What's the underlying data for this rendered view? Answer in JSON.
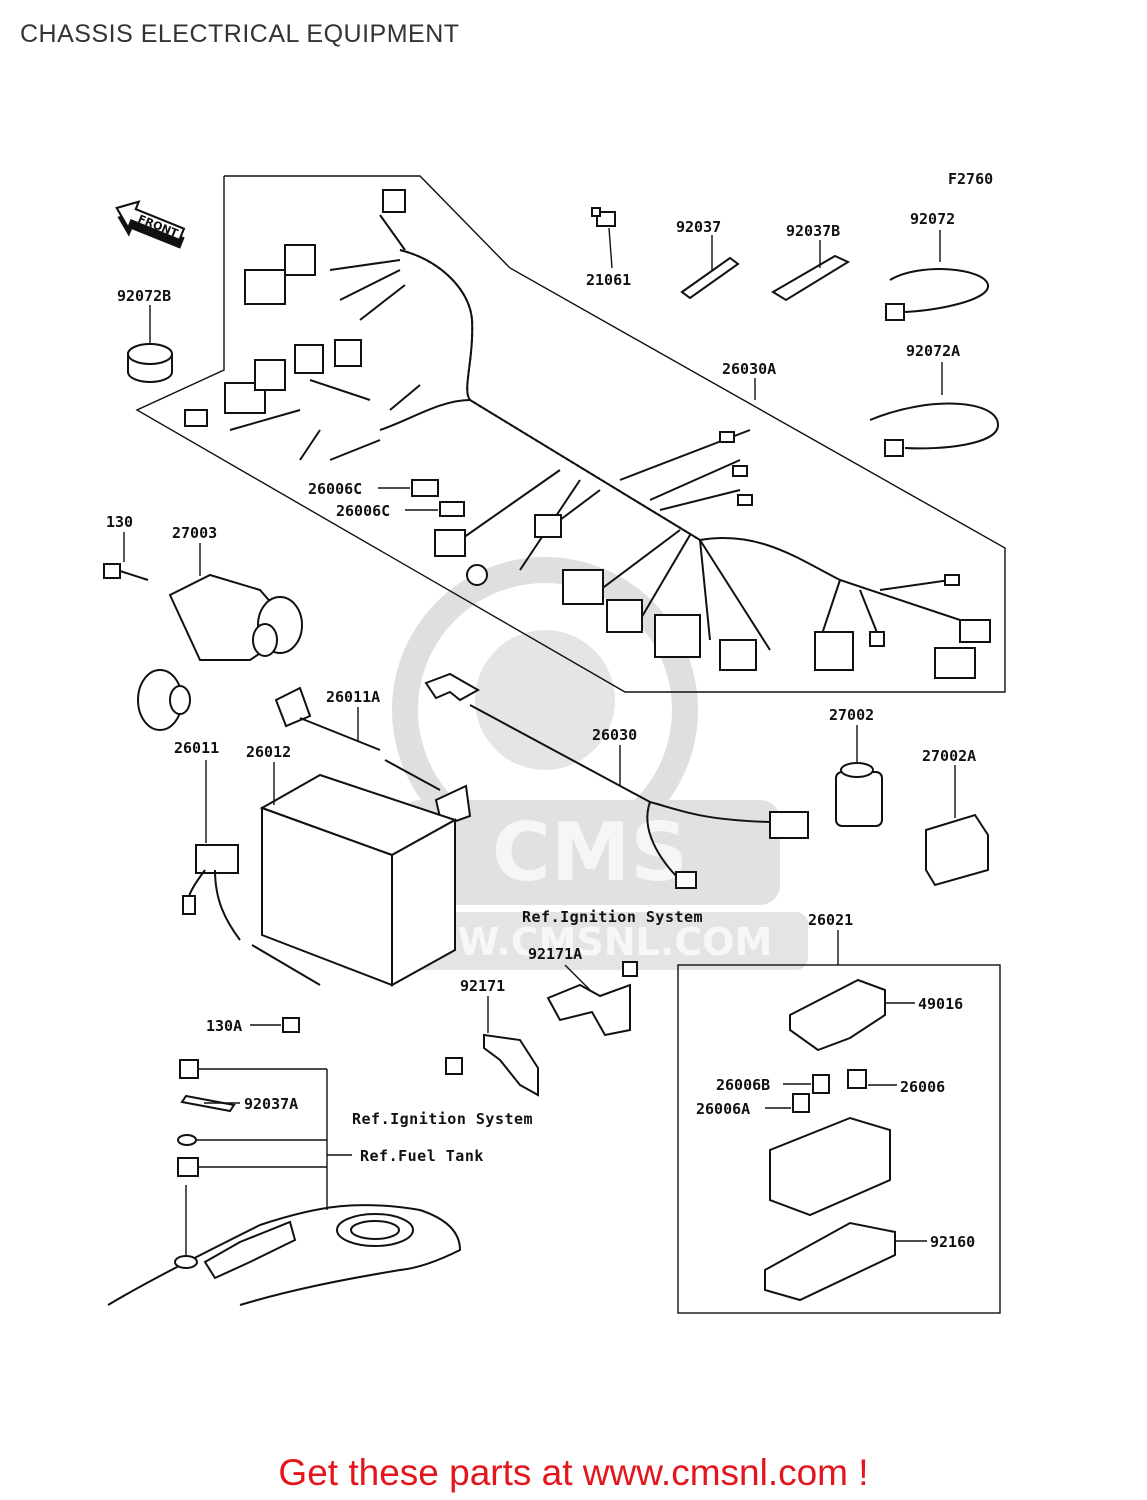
{
  "page": {
    "title": "CHASSIS ELECTRICAL EQUIPMENT",
    "footer": "Get these parts at www.cmsnl.com !"
  },
  "diagram": {
    "figure_code": "F2760",
    "front_label": "FRONT",
    "watermark": {
      "brand": "CMS",
      "url": "WWW.CMSNL.COM"
    },
    "part_labels": {
      "p92072B": "92072B",
      "p21061": "21061",
      "p92037": "92037",
      "p92037B": "92037B",
      "p92072": "92072",
      "p92072A": "92072A",
      "p26030A": "26030A",
      "p26006C_1": "26006C",
      "p26006C_2": "26006C",
      "p130": "130",
      "p27003": "27003",
      "p26011A": "26011A",
      "p26011": "26011",
      "p26012": "26012",
      "p26030": "26030",
      "p27002": "27002",
      "p27002A": "27002A",
      "p26021": "26021",
      "p49016": "49016",
      "p92171A": "92171A",
      "p92171": "92171",
      "p130A": "130A",
      "p26006B": "26006B",
      "p26006": "26006",
      "p26006A": "26006A",
      "p92037A": "92037A",
      "p92160": "92160"
    },
    "references": {
      "ignition_top": "Ref.Ignition System",
      "ignition_bottom": "Ref.Ignition System",
      "fuel_tank": "Ref.Fuel Tank"
    }
  }
}
